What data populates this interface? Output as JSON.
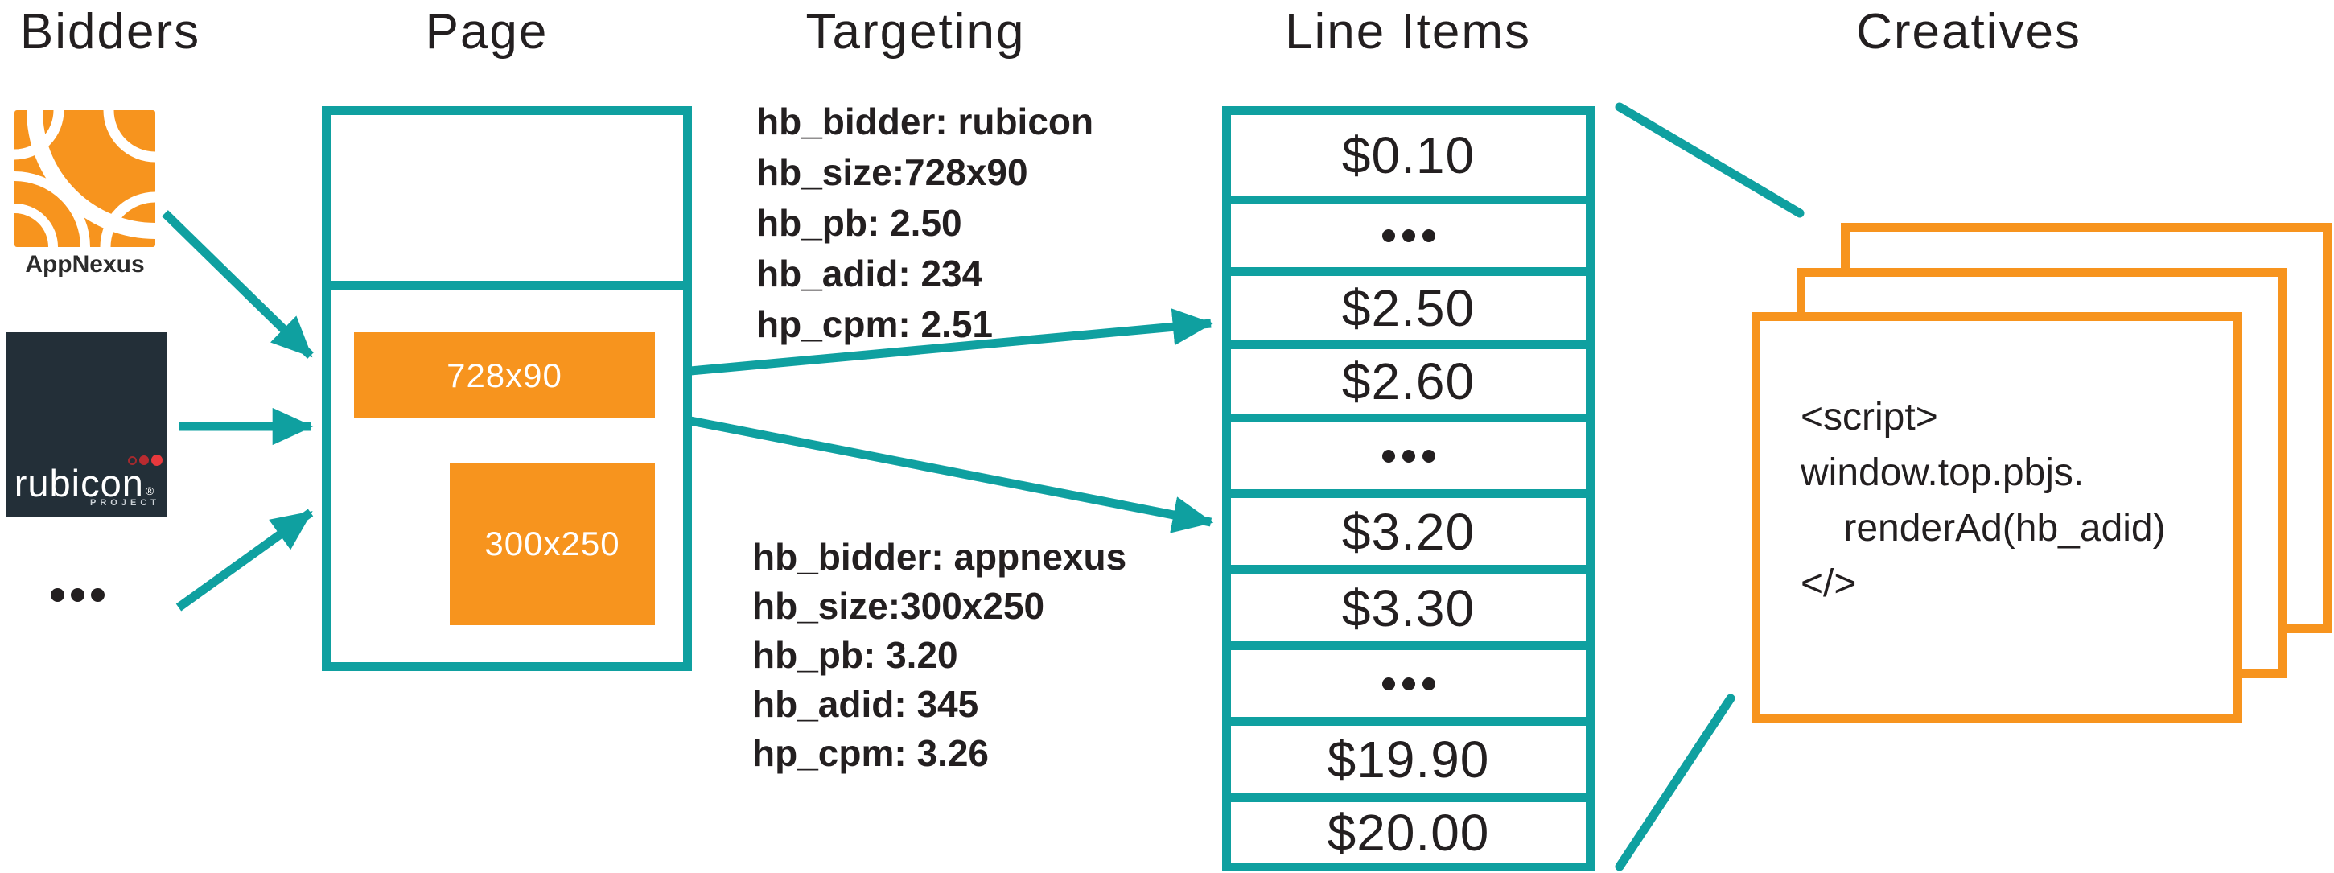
{
  "colors": {
    "teal": "#0FA0A0",
    "orange": "#F7941E",
    "ink": "#231F20",
    "rubicon_bg": "#232F38"
  },
  "columns": {
    "bidders": {
      "title": "Bidders"
    },
    "page": {
      "title": "Page",
      "slot_top": "728x90",
      "slot_bottom": "300x250"
    },
    "targeting": {
      "title": "Targeting",
      "block_rubicon": {
        "lines": [
          "hb_bidder: rubicon",
          "hb_size:728x90",
          "hb_pb: 2.50",
          "hb_adid: 234",
          "hp_cpm: 2.51"
        ]
      },
      "block_appnexus": {
        "lines": [
          "hb_bidder: appnexus",
          "hb_size:300x250",
          "hb_pb: 3.20",
          "hb_adid: 345",
          "hp_cpm: 3.26"
        ]
      }
    },
    "line_items": {
      "title": "Line Items",
      "rows": [
        "$0.10",
        "•••",
        "$2.50",
        "$2.60",
        "•••",
        "$3.20",
        "$3.30",
        "•••",
        "$19.90",
        "$20.00"
      ]
    },
    "creatives": {
      "title": "Creatives",
      "script_lines": [
        "<script>",
        "window.top.pbjs.",
        "    renderAd(hb_adid)",
        "</>"
      ]
    }
  },
  "bidders": {
    "appnexus": {
      "label": "AppNexus"
    },
    "rubicon": {
      "name": "rubicon",
      "reg": "®",
      "project": "PROJECT"
    },
    "more": "•••"
  }
}
